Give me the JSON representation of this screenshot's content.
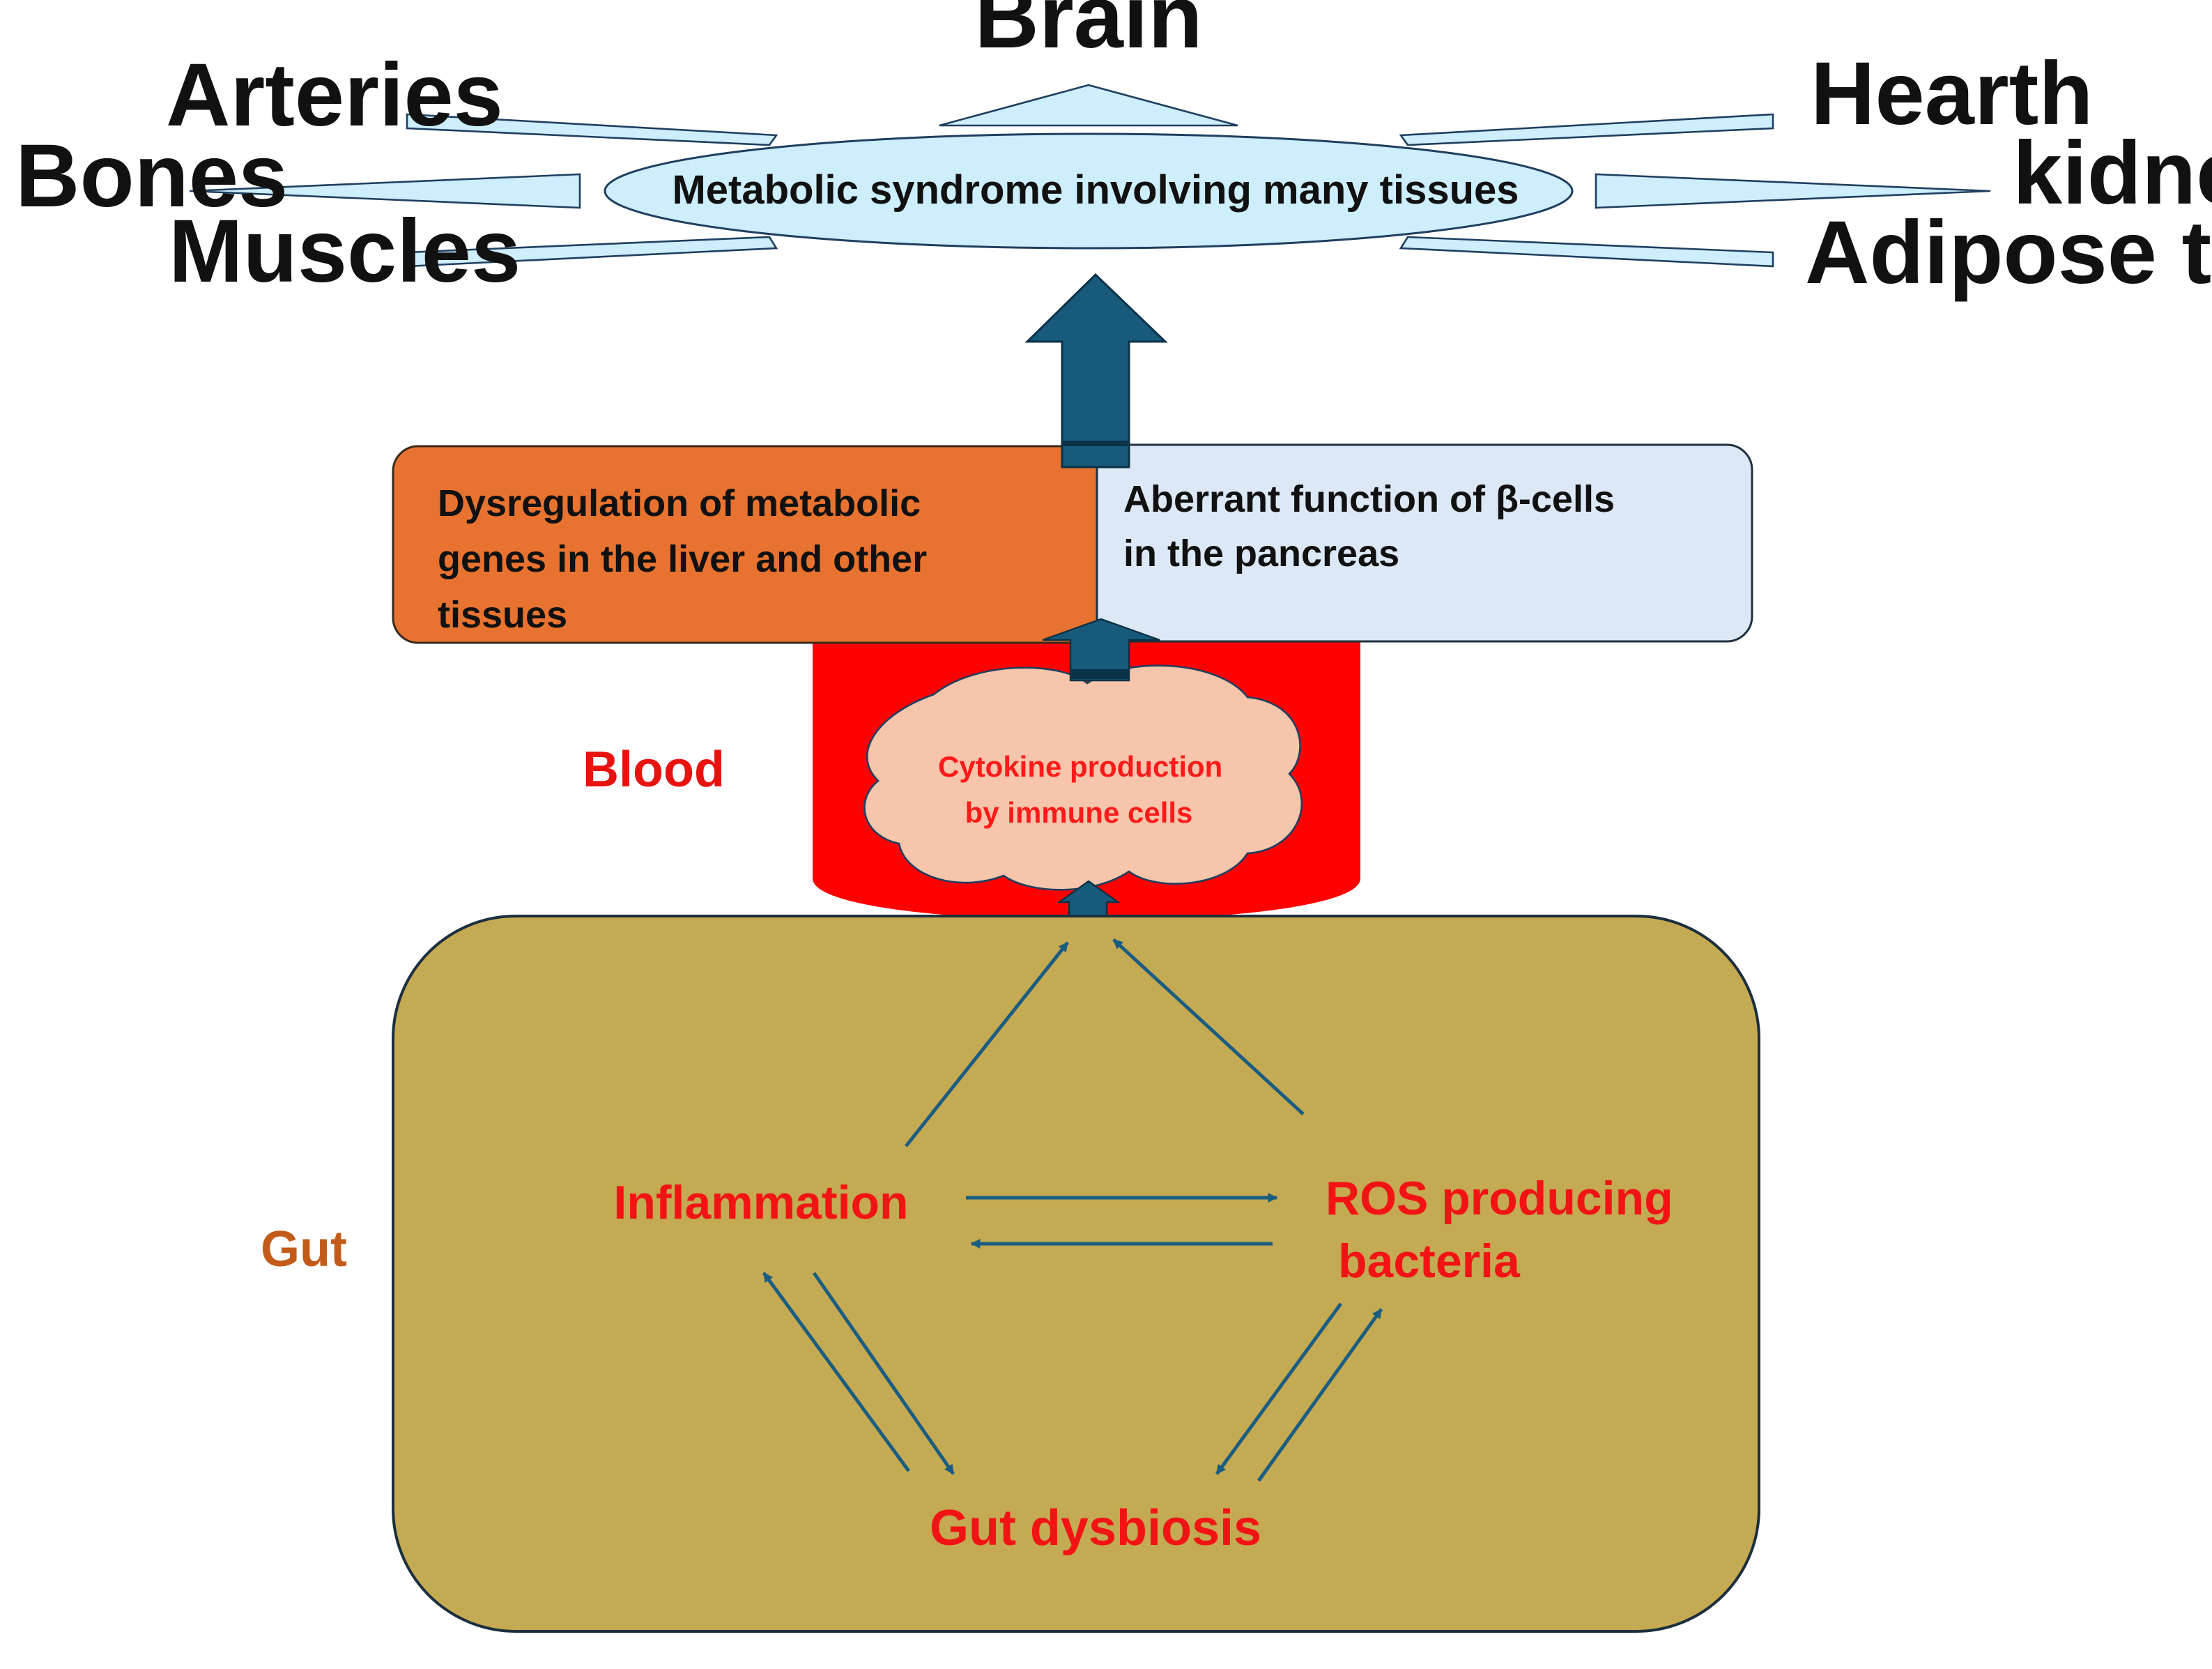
{
  "syndrome": {
    "label": "Metabolic syndrome involving many tissues"
  },
  "tissues": {
    "brain": "Brain",
    "arteries": "Arteries",
    "bones": "Bones",
    "muscles": "Muscles",
    "hearth": "Hearth",
    "kidney": "kidney",
    "adipose": "Adipose tissue"
  },
  "liver_box": {
    "lines": [
      "Dysregulation of metabolic",
      "genes in the liver and other",
      "tissues"
    ]
  },
  "pancreas_box": {
    "lines": [
      "Aberrant function of β-cells",
      "in the pancreas"
    ]
  },
  "blood": {
    "label": "Blood",
    "cloud_lines": [
      "Cytokine production",
      "by immune cells"
    ]
  },
  "gut": {
    "label": "Gut",
    "inflammation": "Inflammation",
    "ros_lines": [
      "ROS producing",
      "bacteria"
    ],
    "dysbiosis": "Gut dysbiosis"
  },
  "colors": {
    "ray_fill": "#cdeefc",
    "ray_stroke": "#1f3f5f",
    "arrow_fill": "#175a7c",
    "arrow_dark": "#0b3246",
    "liver_box": "#e87330",
    "pancreas_box": "#dce8f6",
    "blood": "#ff0000",
    "blood_text": "#e8120f",
    "cloud": "#f6c5ab",
    "cloud_text": "#ff1a1a",
    "gut_fill": "#c4aa52",
    "gut_stroke": "#1b2f3e",
    "gut_label": "#c25b1a",
    "gut_text": "#f21414",
    "thin_arrow": "#1b5d80"
  }
}
